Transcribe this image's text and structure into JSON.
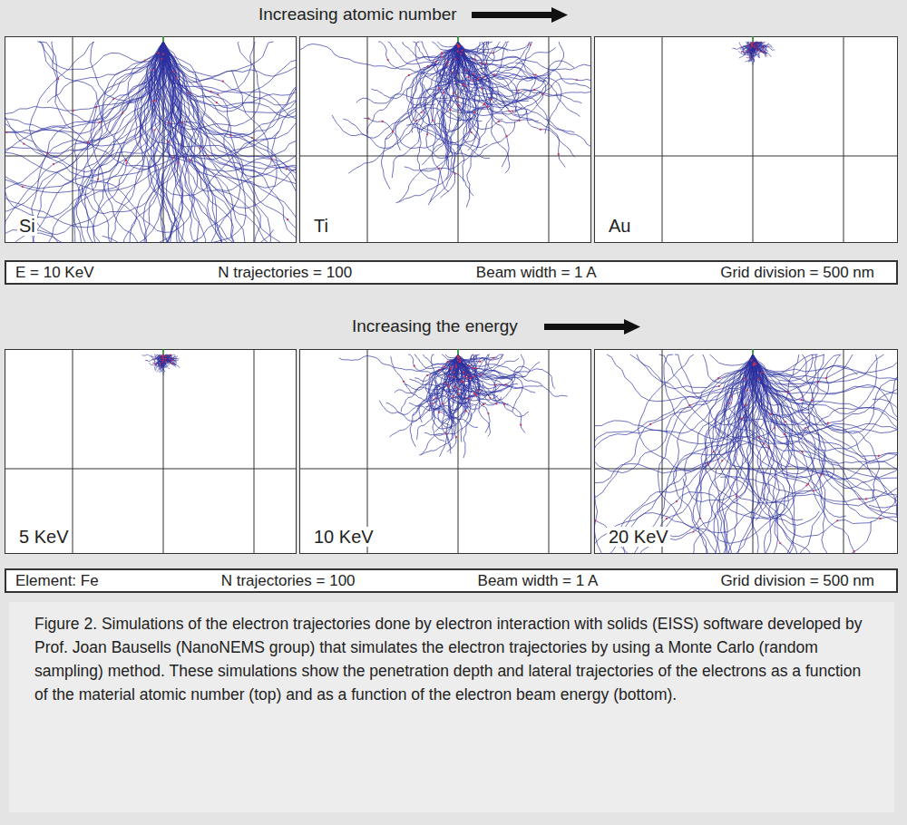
{
  "diagram": {
    "caption": "Figure 2. Simulations of the electron trajectories done by electron interaction with solids (EISS) software developed by Prof. Joan Bausells (NanoNEMS group) that simulates the electron trajectories by using a Monte Carlo (random sampling) method. These simulations show the penetration depth and lateral trajectories of the electrons as a function of the material atomic number (top) and as a function of the electron beam energy (bottom).",
    "nodes": [
      {
        "text": [
          "Si"
        ]
      },
      {
        "text": [
          "Ti"
        ]
      },
      {
        "text": [
          "Au"
        ]
      },
      {
        "text": [
          "E = 10 KeV",
          "N trajectories = 100",
          "Beam width = 1 A",
          "Grid division = 500 nm"
        ]
      },
      {
        "text": [
          "5 KeV"
        ]
      },
      {
        "text": [
          "10 KeV"
        ]
      },
      {
        "text": [
          "20 KeV"
        ]
      },
      {
        "text": [
          "Element: Fe",
          "N trajectories = 100",
          "Beam width = 1 A",
          "Grid division = 500 nm"
        ]
      }
    ],
    "labels": [
      "Increasing atomic number",
      "Increasing the energy"
    ]
  }
}
